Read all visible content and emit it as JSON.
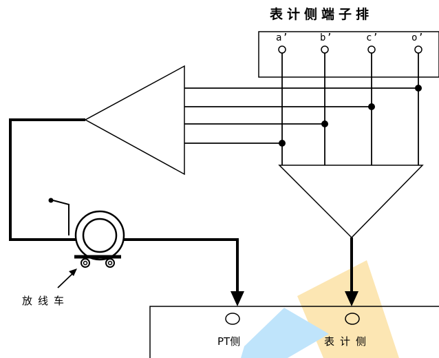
{
  "title": "表计侧端子排",
  "terminals": [
    "a’",
    "b’",
    "c’",
    "o’"
  ],
  "cart_label": "放线车",
  "pt_side_label": "PT侧",
  "meter_side_label": "表计侧",
  "colors": {
    "line": "#000000",
    "highlight_yellow": "#fce6b3",
    "highlight_blue": "#bfe4fb"
  }
}
